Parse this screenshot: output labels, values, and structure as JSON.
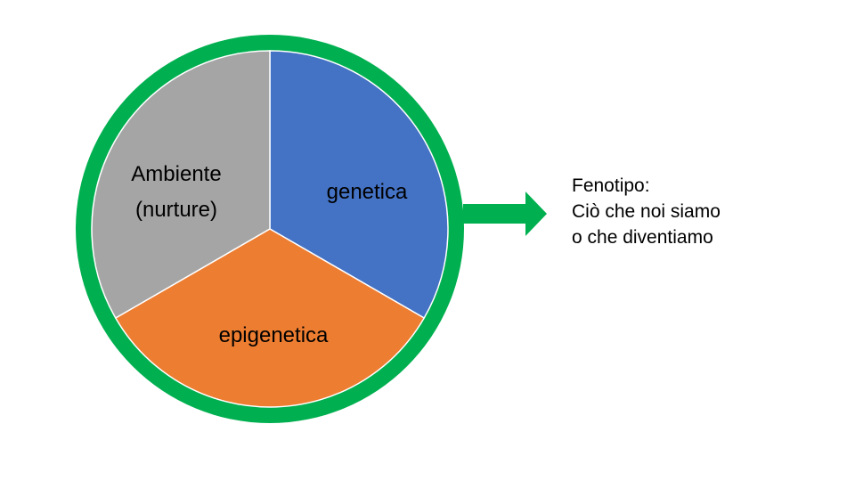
{
  "diagram": {
    "segments": [
      {
        "id": "genetica",
        "label": "genetica",
        "color": "#4472C4"
      },
      {
        "id": "epigenetica",
        "label": "epigenetica",
        "color": "#ED7D31"
      },
      {
        "id": "ambiente",
        "label_lines": [
          "Ambiente",
          "(nurture)"
        ],
        "color": "#A5A5A5"
      }
    ],
    "ring_color": "#00B050",
    "arrow_color": "#00B050"
  },
  "phenotype": {
    "title": "Fenotipo:",
    "lines": [
      "Ciò che noi siamo",
      "o che diventiamo"
    ]
  }
}
